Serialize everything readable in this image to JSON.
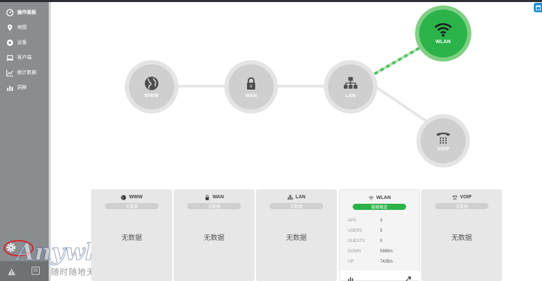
{
  "sidebar": {
    "items": [
      {
        "label": "操作面板",
        "icon": "dashboard-icon",
        "active": true
      },
      {
        "label": "地图",
        "icon": "map-pin-icon"
      },
      {
        "label": "设备",
        "icon": "device-icon"
      },
      {
        "label": "客户端",
        "icon": "laptop-icon"
      },
      {
        "label": "统计数据",
        "icon": "line-chart-icon"
      },
      {
        "label": "洞察",
        "icon": "bar-chart-icon"
      }
    ],
    "badge_count": "31"
  },
  "watermark": {
    "brand": "Anywlan",
    "slogan": "随时随地无线"
  },
  "topology": {
    "nodes": [
      {
        "id": "www",
        "label": "WWW",
        "icon": "globe-icon",
        "status": "inactive"
      },
      {
        "id": "wan",
        "label": "WAN",
        "icon": "lock-icon",
        "status": "inactive"
      },
      {
        "id": "lan",
        "label": "LAN",
        "icon": "network-icon",
        "status": "inactive"
      },
      {
        "id": "wlan",
        "label": "WLAN",
        "icon": "wifi-icon",
        "status": "active"
      },
      {
        "id": "voip",
        "label": "VOIP",
        "icon": "phone-icon",
        "status": "inactive"
      }
    ]
  },
  "cards": {
    "www": {
      "title": "WWW",
      "status": "无数据",
      "body": "无数据"
    },
    "wan": {
      "title": "WAN",
      "status": "无数据",
      "body": "无数据"
    },
    "lan": {
      "title": "LAN",
      "status": "无数据",
      "body": "无数据"
    },
    "wlan": {
      "title": "WLAN",
      "status": "链接稳定",
      "stats": [
        {
          "key": "APS",
          "value": "3"
        },
        {
          "key": "USERS",
          "value": "5"
        },
        {
          "key": "GUESTS",
          "value": "0"
        },
        {
          "key": "DOWN",
          "value": "598B/s"
        },
        {
          "key": "UP",
          "value": "742B/s"
        }
      ]
    },
    "voip": {
      "title": "VOIP",
      "status": "无数据",
      "body": "无数据"
    }
  },
  "colors": {
    "accent_green": "#2bb34a",
    "sidebar": "#8a8d90",
    "node_gray": "#cfcfcf"
  }
}
